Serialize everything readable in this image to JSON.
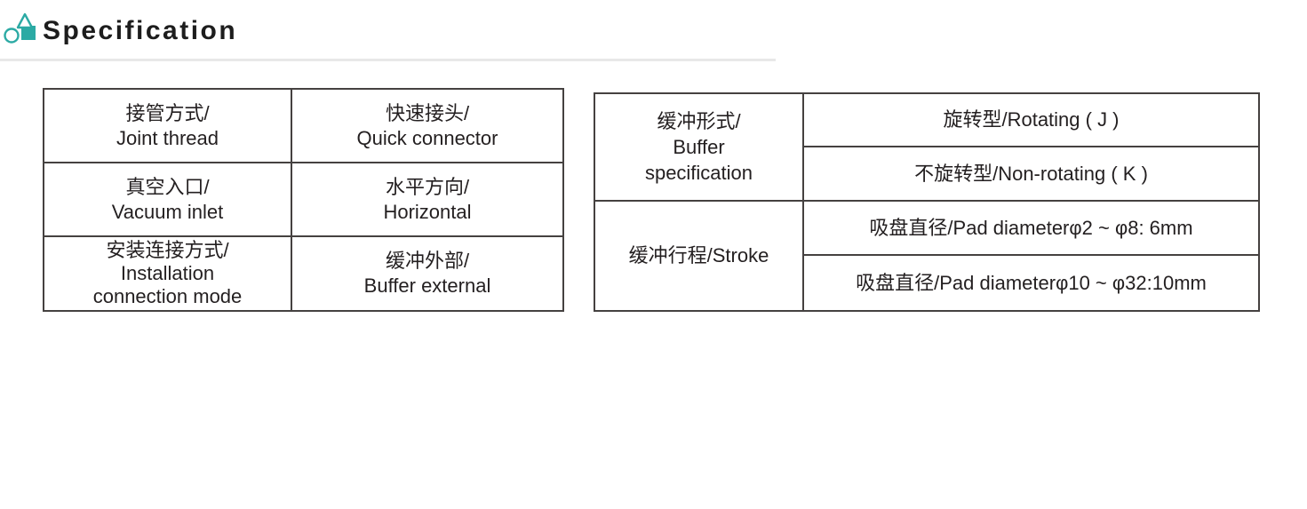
{
  "header": {
    "title": "Specification",
    "accent_color": "#2baaa4",
    "rule_color": "#e8e8e8"
  },
  "left_table": {
    "rows": [
      [
        "接管方式/\nJoint thread",
        "快速接头/\nQuick connector"
      ],
      [
        "真空入口/\nVacuum inlet",
        "水平方向/\nHorizontal"
      ],
      [
        "安装连接方式/\nInstallation\nconnection mode",
        "缓冲外部/\nBuffer external"
      ]
    ]
  },
  "right_table": {
    "buffer_label": "缓冲形式/\nBuffer\nspecification",
    "buffer_options": [
      "旋转型/Rotating ( J )",
      "不旋转型/Non-rotating ( K )"
    ],
    "stroke_label": "缓冲行程/Stroke",
    "stroke_values": [
      "吸盘直径/Pad diameterφ2 ~ φ8: 6mm",
      "吸盘直径/Pad diameterφ10 ~ φ32:10mm"
    ]
  },
  "colors": {
    "border": "#454140",
    "text": "#231f20"
  }
}
